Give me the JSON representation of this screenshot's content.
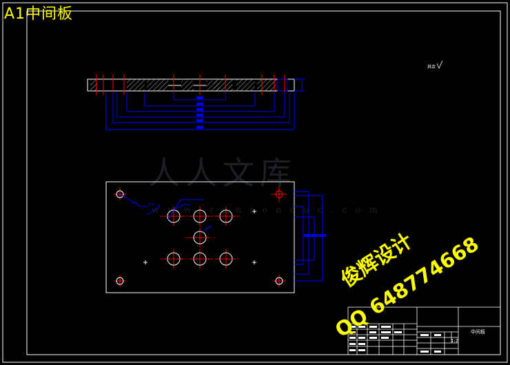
{
  "sheet_title": "A1中间板",
  "stamp": {
    "line1": "俊辉设计",
    "line2": "QQ 648774668"
  },
  "watermark": {
    "main": "人人文库",
    "url": "www.renrendoc.com"
  },
  "surface_finish": "其余",
  "side_view_dims": [
    "",
    "",
    "",
    "",
    ""
  ],
  "plan_hole_callouts": [
    "4-φ",
    "4-φ",
    "φ",
    "",
    "φ",
    "φ"
  ],
  "title_block": {
    "company": "",
    "subtitle": "",
    "drawing_no": "",
    "part_name": "中间板",
    "scale": "1:2"
  },
  "colors": {
    "frame": "#ffffff",
    "dimension": "#0000ff",
    "centerline": "#ff0000",
    "hatch": "#ffffff",
    "stamp": "#ffff00"
  }
}
